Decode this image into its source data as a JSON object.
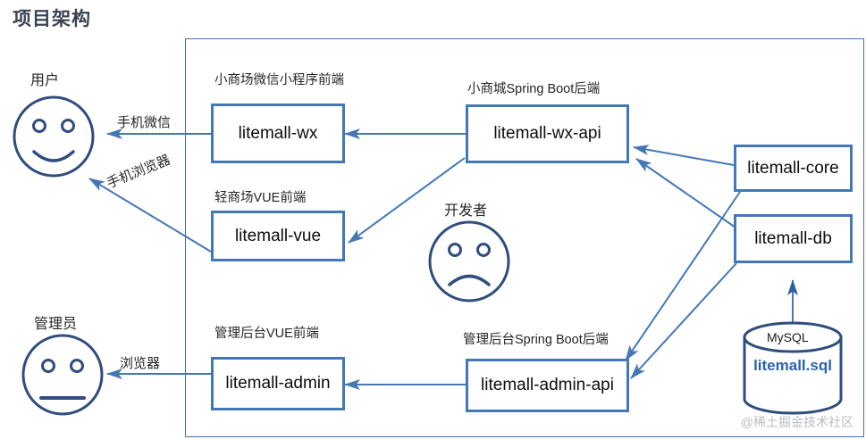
{
  "page": {
    "title": "项目架构",
    "watermark": "@稀土掘金技术社区",
    "accent_color": "#4477b5",
    "frame_color": "#4472a8",
    "face_color": "#2f4d7e",
    "title_color": "#3a4352",
    "sql_color": "#2a63ad"
  },
  "actors": [
    {
      "id": "user",
      "label": "用户",
      "face": "smile"
    },
    {
      "id": "developer",
      "label": "开发者",
      "face": "frown"
    },
    {
      "id": "admin",
      "label": "管理员",
      "face": "neutral"
    }
  ],
  "nodes": [
    {
      "id": "litemall-wx",
      "label": "litemall-wx",
      "caption": "小商场微信小程序前端"
    },
    {
      "id": "litemall-vue",
      "label": "litemall-vue",
      "caption": "轻商场VUE前端"
    },
    {
      "id": "litemall-admin",
      "label": "litemall-admin",
      "caption": "管理后台VUE前端"
    },
    {
      "id": "litemall-wx-api",
      "label": "litemall-wx-api",
      "caption": "小商城Spring Boot后端"
    },
    {
      "id": "litemall-admin-api",
      "label": "litemall-admin-api",
      "caption": "管理后台Spring Boot后端"
    },
    {
      "id": "litemall-core",
      "label": "litemall-core",
      "caption": ""
    },
    {
      "id": "litemall-db",
      "label": "litemall-db",
      "caption": ""
    }
  ],
  "database": {
    "name": "MySQL",
    "file": "litemall.sql"
  },
  "edges": [
    {
      "id": "wx-to-user",
      "label": "手机微信",
      "from": "litemall-wx",
      "to": "user"
    },
    {
      "id": "vue-to-user",
      "label": "手机浏览器",
      "from": "litemall-vue",
      "to": "user"
    },
    {
      "id": "admin-to-admin-actor",
      "label": "浏览器",
      "from": "litemall-admin",
      "to": "admin"
    },
    {
      "id": "wxapi-to-wx",
      "label": "",
      "from": "litemall-wx-api",
      "to": "litemall-wx"
    },
    {
      "id": "wxapi-to-vue",
      "label": "",
      "from": "litemall-wx-api",
      "to": "litemall-vue"
    },
    {
      "id": "adminapi-to-admin",
      "label": "",
      "from": "litemall-admin-api",
      "to": "litemall-admin"
    },
    {
      "id": "core-to-wxapi",
      "label": "",
      "from": "litemall-core",
      "to": "litemall-wx-api"
    },
    {
      "id": "db-to-wxapi",
      "label": "",
      "from": "litemall-db",
      "to": "litemall-wx-api"
    },
    {
      "id": "core-to-adminapi",
      "label": "",
      "from": "litemall-core",
      "to": "litemall-admin-api"
    },
    {
      "id": "db-to-adminapi",
      "label": "",
      "from": "litemall-db",
      "to": "litemall-admin-api"
    },
    {
      "id": "mysql-to-db",
      "label": "",
      "from": "MySQL",
      "to": "litemall-db"
    }
  ]
}
